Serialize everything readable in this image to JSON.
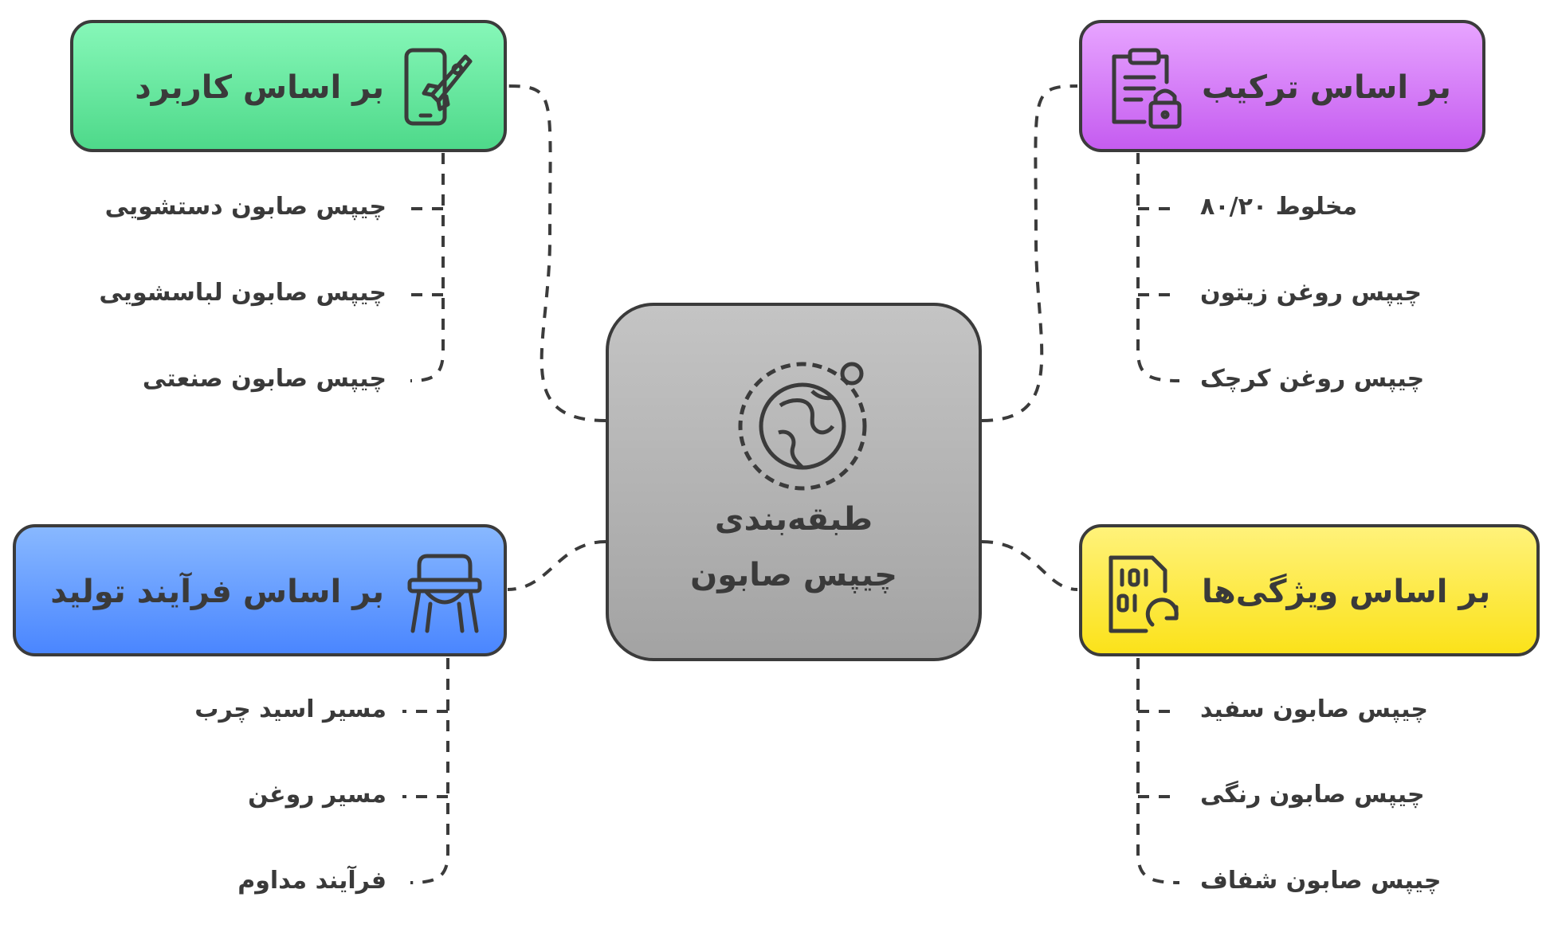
{
  "center": {
    "line1": "طبقه‌بندی",
    "line2": "چیپس صابون",
    "icon": "globe-icon"
  },
  "branches": {
    "usage": {
      "title": "بر اساس کاربرد",
      "icon": "phone-rocket-icon",
      "items": [
        "چیپس صابون دستشویی",
        "چیپس صابون لباسشویی",
        "چیپس صابون صنعتی"
      ]
    },
    "process": {
      "title": "بر اساس فرآیند تولید",
      "icon": "high-chair-icon",
      "items": [
        "مسیر اسید چرب",
        "مسیر روغن",
        "فرآیند مداوم"
      ]
    },
    "composition": {
      "title": "بر اساس ترکیب",
      "icon": "clipboard-lock-icon",
      "items": [
        "مخلوط ۸۰/۲۰",
        "چیپس روغن زیتون",
        "چیپس روغن کرچک"
      ]
    },
    "features": {
      "title": "بر اساس ویژگی‌ها",
      "icon": "binary-refresh-icon",
      "items": [
        "چیپس صابون سفید",
        "چیپس صابون رنگی",
        "چیپس صابون شفاف"
      ]
    }
  },
  "colors": {
    "usage": [
      "#86f7b8",
      "#4ed98a"
    ],
    "process": [
      "#88b8ff",
      "#4a86ff"
    ],
    "composition": [
      "#e7a4ff",
      "#c55cf0"
    ],
    "features": [
      "#fff27a",
      "#fbe21a"
    ],
    "center": [
      "#c4c4c4",
      "#a3a3a3"
    ],
    "stroke": "#3b3b3b"
  }
}
